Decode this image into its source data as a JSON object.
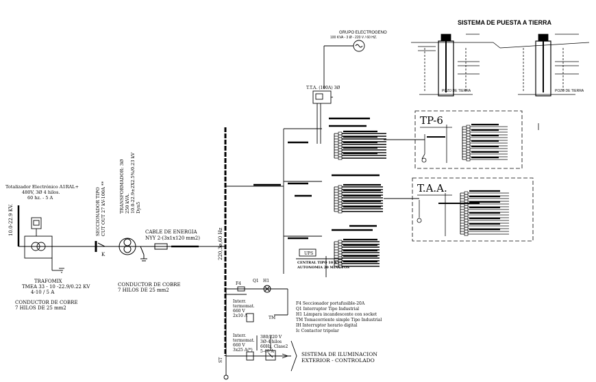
{
  "colors": {
    "ink": "#000000",
    "background": "#ffffff"
  },
  "earthing": {
    "title": "SISTEMA DE PUESTA A TIERRA",
    "pit_label_left": "POZO DE TIERRA",
    "pit_label_right": "POZO DE TIERRA"
  },
  "generator": {
    "title": "GRUPO ELECTROGENO",
    "spec": "100 KVA - 3 Ø - 220 V / 60 HZ."
  },
  "tta": {
    "label": "T.T.A. (100A) 3Ø"
  },
  "panels": {
    "tp6": "TP-6",
    "taa": "T.A.A."
  },
  "meter": {
    "line1": "Totalizador Electrónico A1RAL+",
    "line2": "480V, 3Ø 4 hilos.",
    "line3": "60 hz. - 5 A"
  },
  "incoming": {
    "voltage": "10.0-22.9 KV."
  },
  "disconnector": {
    "line1": "SECCIONADOR TIPO",
    "line2": "CUT OUT 27 kV-100A **",
    "k_label": "K"
  },
  "transformer": {
    "line1": "TRANSFORMADOR: 3Ø",
    "line2": "250 kVA.",
    "line3": "10.0-22.9±2X2.5%/0.23 kV",
    "line4": "Dyn5"
  },
  "cable": {
    "line1": "CABLE DE ENERGIA",
    "line2": "NYY 2-(3x1x120 mm2)"
  },
  "ground_transformer": {
    "line1": "CONDUCTOR DE COBRE",
    "line2": "7 HILOS DE 25 mm2"
  },
  "trafomix": {
    "line1": "TRAFOMIX",
    "line2": "TMEA 33 - 10 -22.9/0.22 KV",
    "line3": "4-10 / 5 A"
  },
  "ground_main": {
    "line1": "CONDUCTOR DE COBRE",
    "line2": "7 HILOS DE 25 mm2"
  },
  "busbar": {
    "label": "220,3ø,60 Hz"
  },
  "ups": {
    "label": "UPS",
    "line1": "CENTRAL TIPO 10 KVA",
    "line2": "AUTONOMIA 20 MINUTOS"
  },
  "lighting": {
    "f4": "F4",
    "q1": "Q1",
    "h1": "H1",
    "tm": "TM",
    "breaker1_l1": "Interr.",
    "breaker1_l2": "termomat.",
    "breaker1_l3": "660 V",
    "breaker1_l4": "2x10 A",
    "breaker2_l1": "Interr.",
    "breaker2_l2": "termomat.",
    "breaker2_l3": "660 V",
    "breaker2_l4": "3x25 A(*)",
    "contactor_l1": "380/220 V",
    "contactor_l2": "3Ø-4 hilos",
    "contactor_l3": "60Hz, Clase2",
    "contactor_l4": "5-40 A",
    "circuit_tag": "ST",
    "system_l1": "SISTEMA DE ILUMINACION",
    "system_l2": "EXTERIOR - CONTROLADO"
  },
  "legend": [
    "F4  Seccionador portafusible-20A",
    "Q1  Interruptor Tipo Industrial",
    "H1  Lámpara incandescente con socket",
    "TM  Tomacorriente simple Tipo Industrial",
    "IH  Interruptor horario digital",
    "Ic  Contactor tripolar"
  ]
}
